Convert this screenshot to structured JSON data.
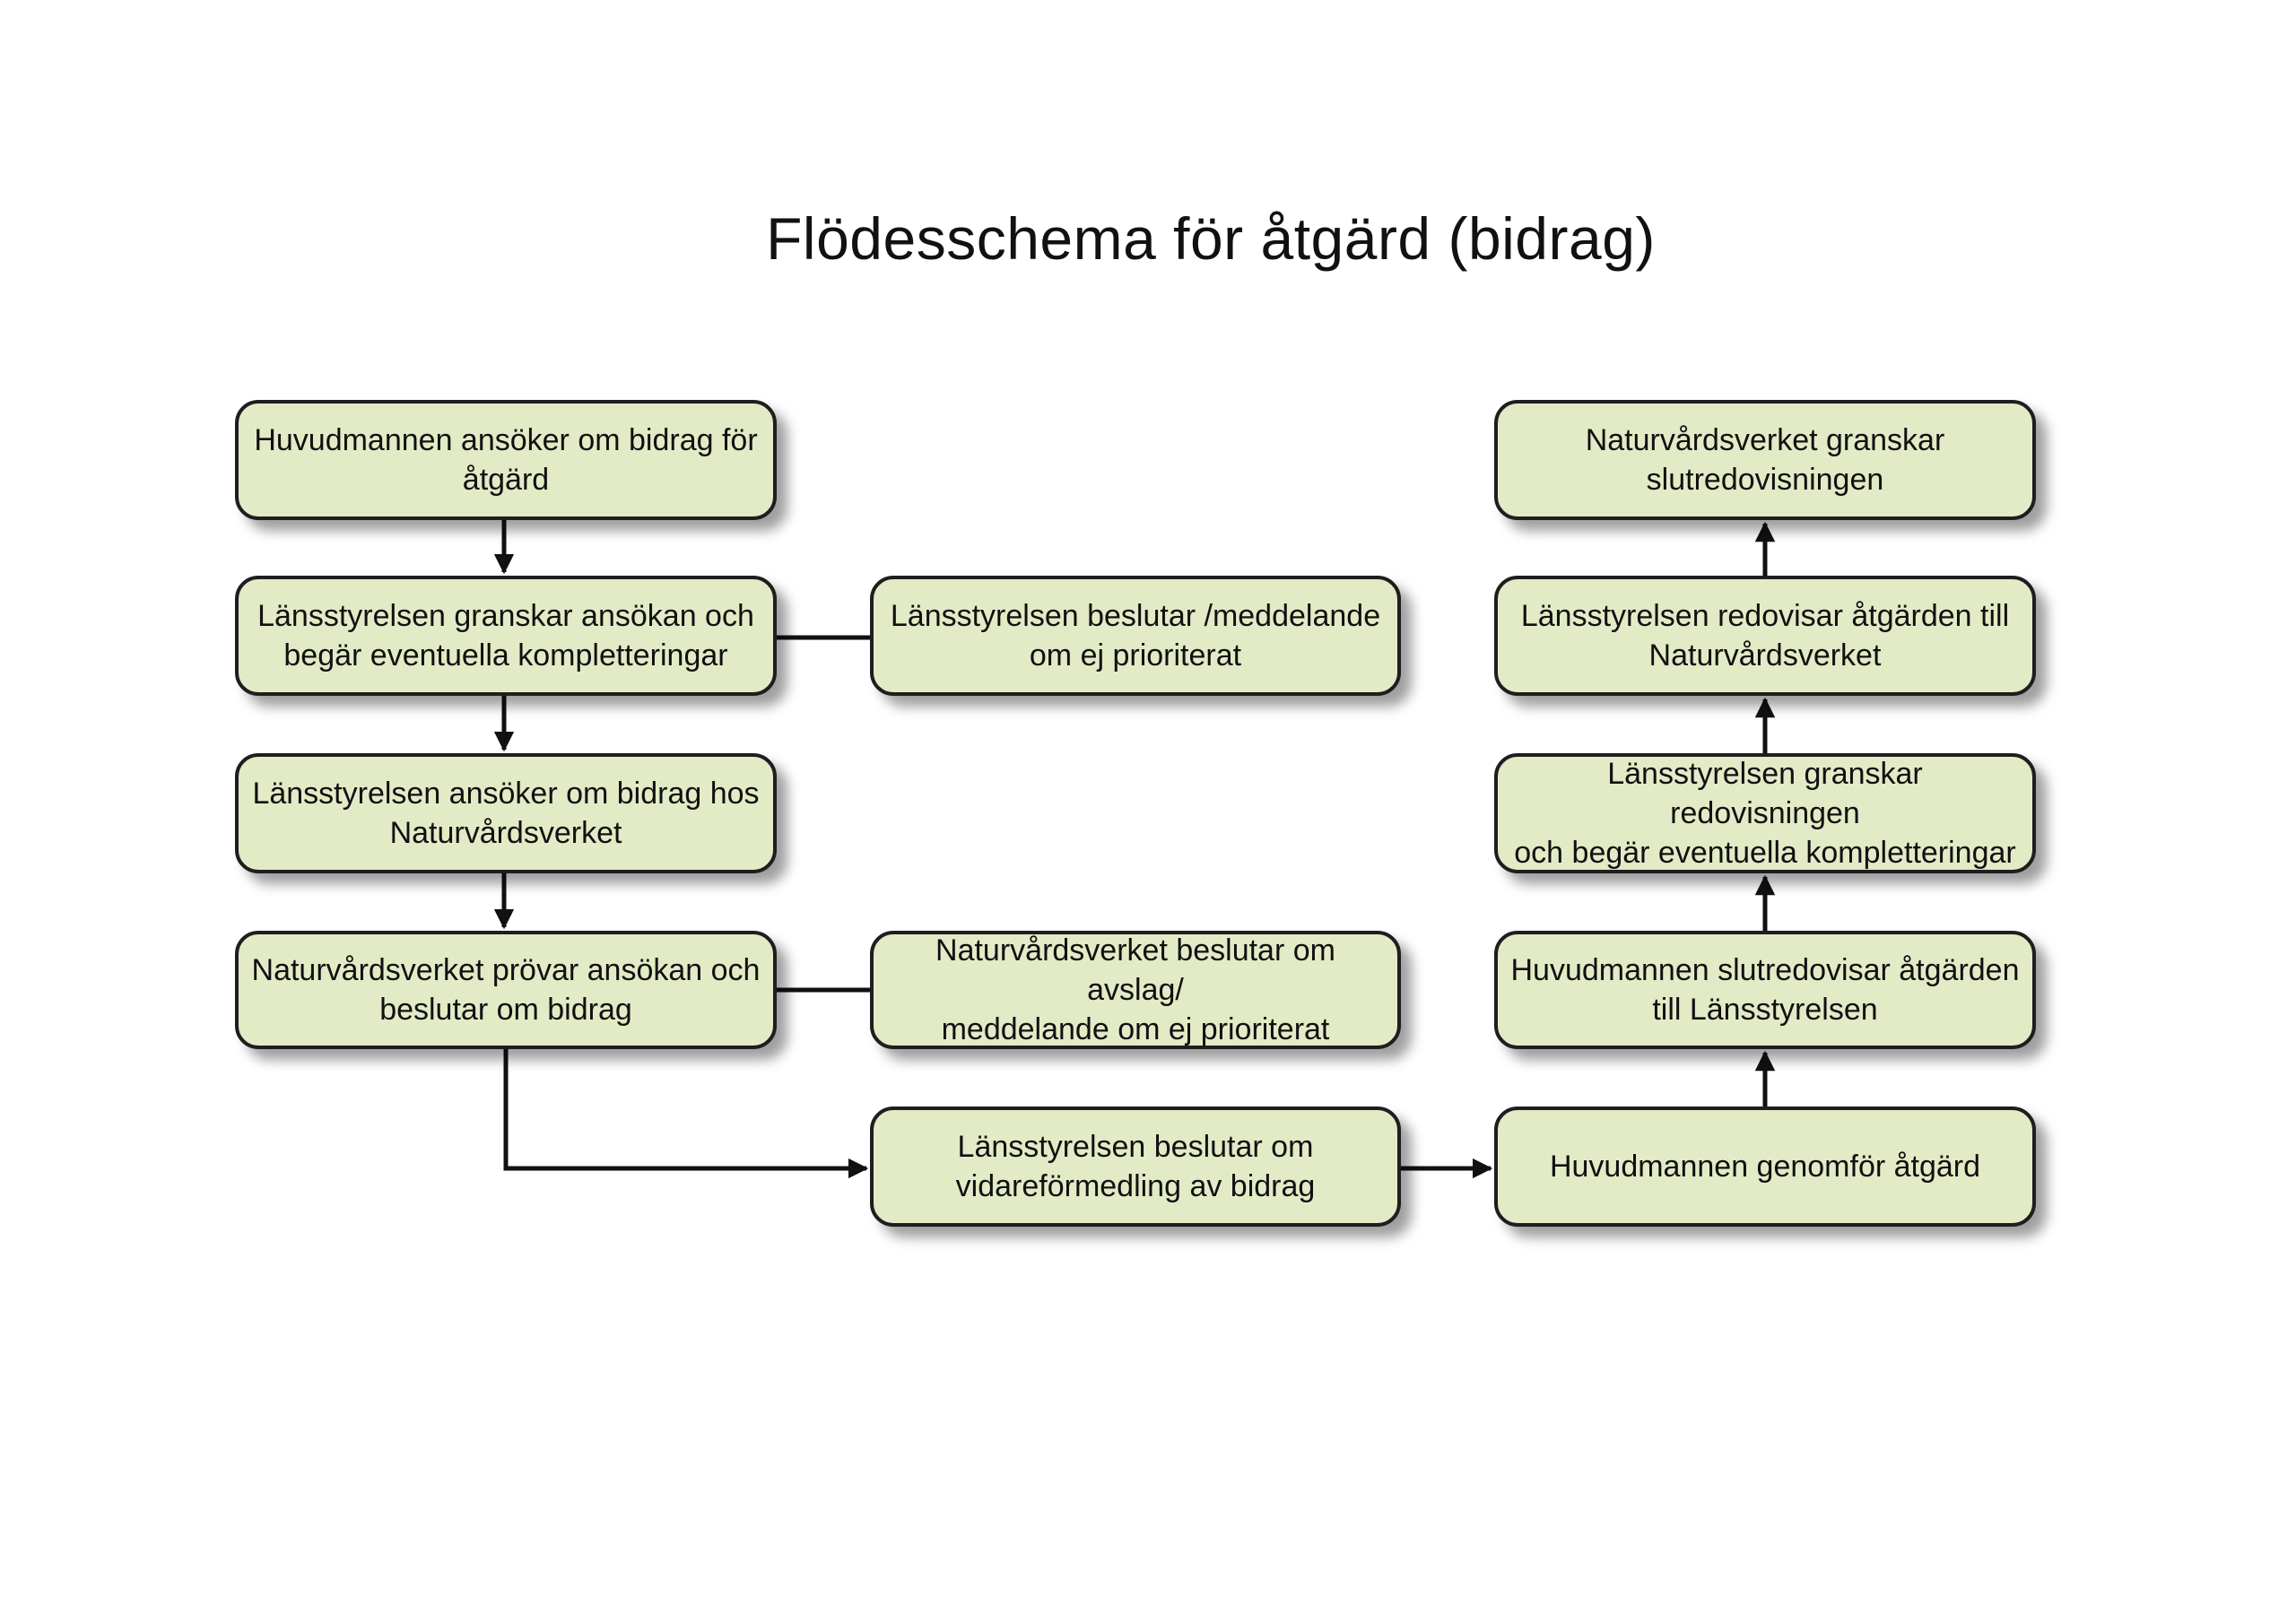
{
  "title": "Flödesschema för åtgärd (bidrag)",
  "nodes": {
    "apply_measure": "Huvudmannen ansöker om bidrag för\nåtgärd",
    "review_application": "Länsstyrelsen granskar ansökan och\nbegär eventuella kompletteringar",
    "decision_not_prioritized": "Länsstyrelsen beslutar /meddelande\nom ej prioriterat",
    "apply_grant_agency": "Länsstyrelsen ansöker om bidrag hos\nNaturvårdsverket",
    "agency_examines": "Naturvårdsverket prövar ansökan och\nbeslutar om bidrag",
    "agency_rejection": "Naturvårdsverket beslutar om avslag/\nmeddelande om ej prioriterat",
    "decision_forwarding": "Länsstyrelsen beslutar om\nvidareförmedling av bidrag",
    "perform_measure": "Huvudmannen genomför åtgärd",
    "final_report_submit": "Huvudmannen slutredovisar åtgärden\ntill Länsstyrelsen",
    "review_report": "Länsstyrelsen granskar redovisningen\noch begär eventuella kompletteringar",
    "report_to_agency": "Länsstyrelsen redovisar åtgärden till\nNaturvårdsverket",
    "agency_reviews_report": "Naturvårdsverket granskar\nslutredovisningen"
  },
  "colors": {
    "node_fill": "#e2ebc6",
    "node_border": "#1e1e1e",
    "connector": "#111111"
  }
}
